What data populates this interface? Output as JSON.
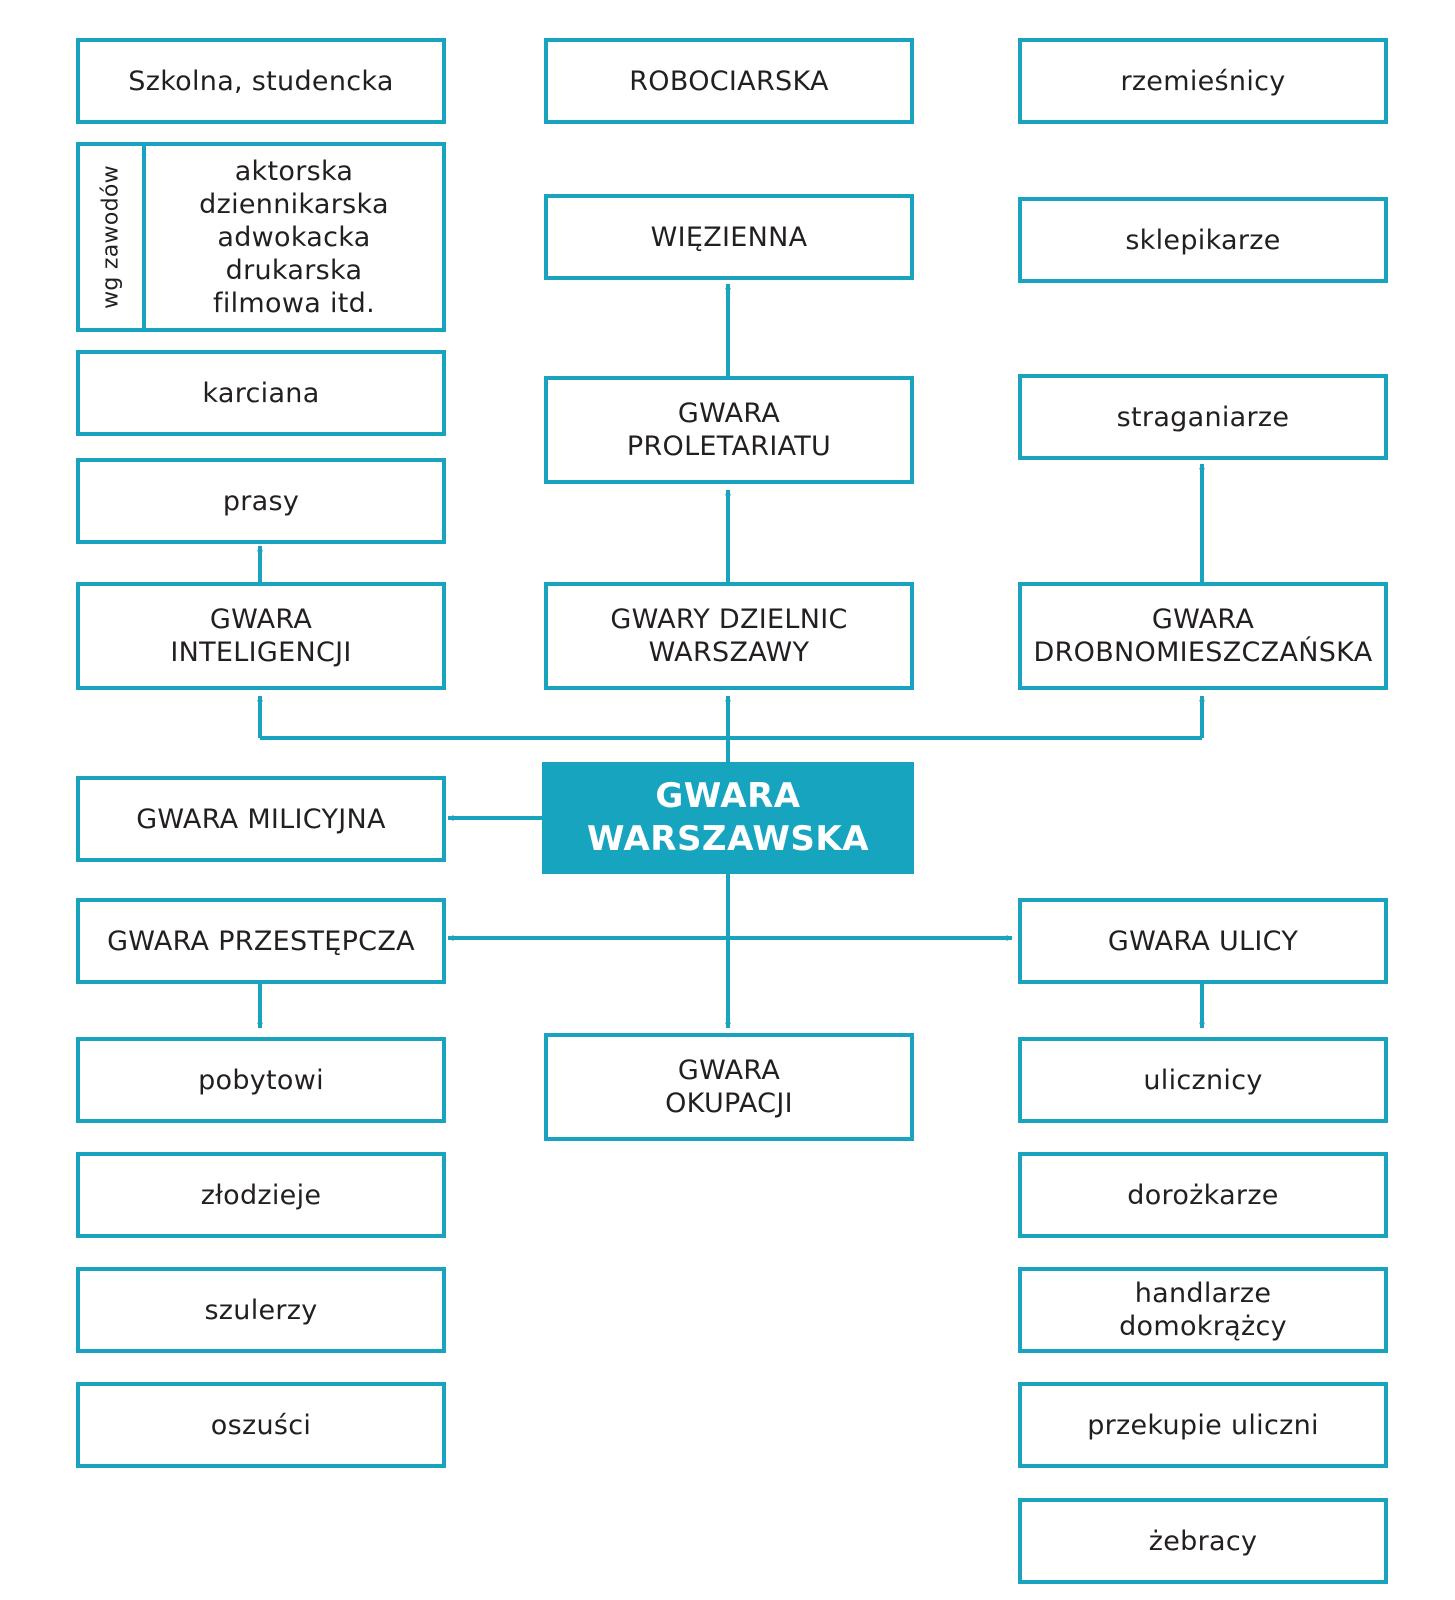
{
  "colors": {
    "accent": "#1aa3bf",
    "center_fill": "#16a4bf",
    "text": "#231f20"
  },
  "center": {
    "label": "GWARA\nWARSZAWSKA"
  },
  "left": {
    "szkolna": "Szkolna, studencka",
    "zawody_side": "wg zawodów",
    "zawody_list": "aktorska\ndziennikarska\nadwokacka\ndrukarska\nfilmowa itd.",
    "karciana": "karciana",
    "prasy": "prasy",
    "inteligencji": "GWARA\nINTELIGENCJI",
    "milicyjna": "GWARA MILICYJNA",
    "przestepcza": "GWARA PRZESTĘPCZA",
    "pobytowi": "pobytowi",
    "zlodzieje": "złodzieje",
    "szulerzy": "szulerzy",
    "oszusci": "oszuści"
  },
  "middle": {
    "robociarska": "ROBOCIARSKA",
    "wiezienna": "WIĘZIENNA",
    "proletariatu": "GWARA\nPROLETARIATU",
    "dzielnic": "GWARY DZIELNIC\nWARSZAWY",
    "okupacji": "GWARA\nOKUPACJI"
  },
  "right": {
    "rzemiesnicy": "rzemieśnicy",
    "sklepikarze": "sklepikarze",
    "straganiarze": "straganiarze",
    "drobnomieszczanska": "GWARA\nDROBNOMIESZCZAŃSKA",
    "ulicy": "GWARA ULICY",
    "ulicznicy": "ulicznicy",
    "dorozkarze": "dorożkarze",
    "handlarze": "handlarze\ndomokrążcy",
    "przekupie": "przekupie uliczni",
    "zebracy": "żebracy"
  }
}
